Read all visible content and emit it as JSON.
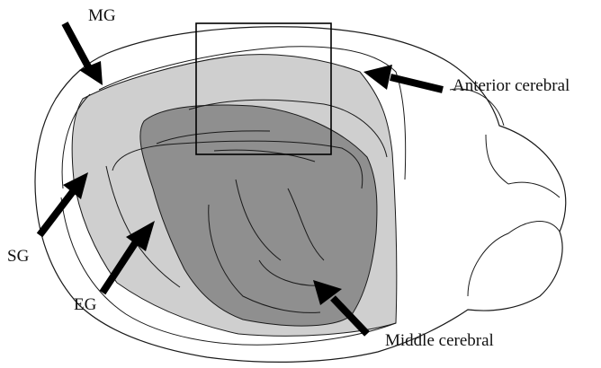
{
  "labels": {
    "mg": "MG",
    "anterior_cerebral": "Anterior cerebral",
    "sg": "SG",
    "eg": "EG",
    "middle_cerebral": "Middle cerebral"
  },
  "colors": {
    "outline": "#1a1a1a",
    "anterior_territory": "#cfcfcf",
    "middle_territory": "#8f8f8f",
    "arrow": "#000000",
    "text": "#111111"
  }
}
